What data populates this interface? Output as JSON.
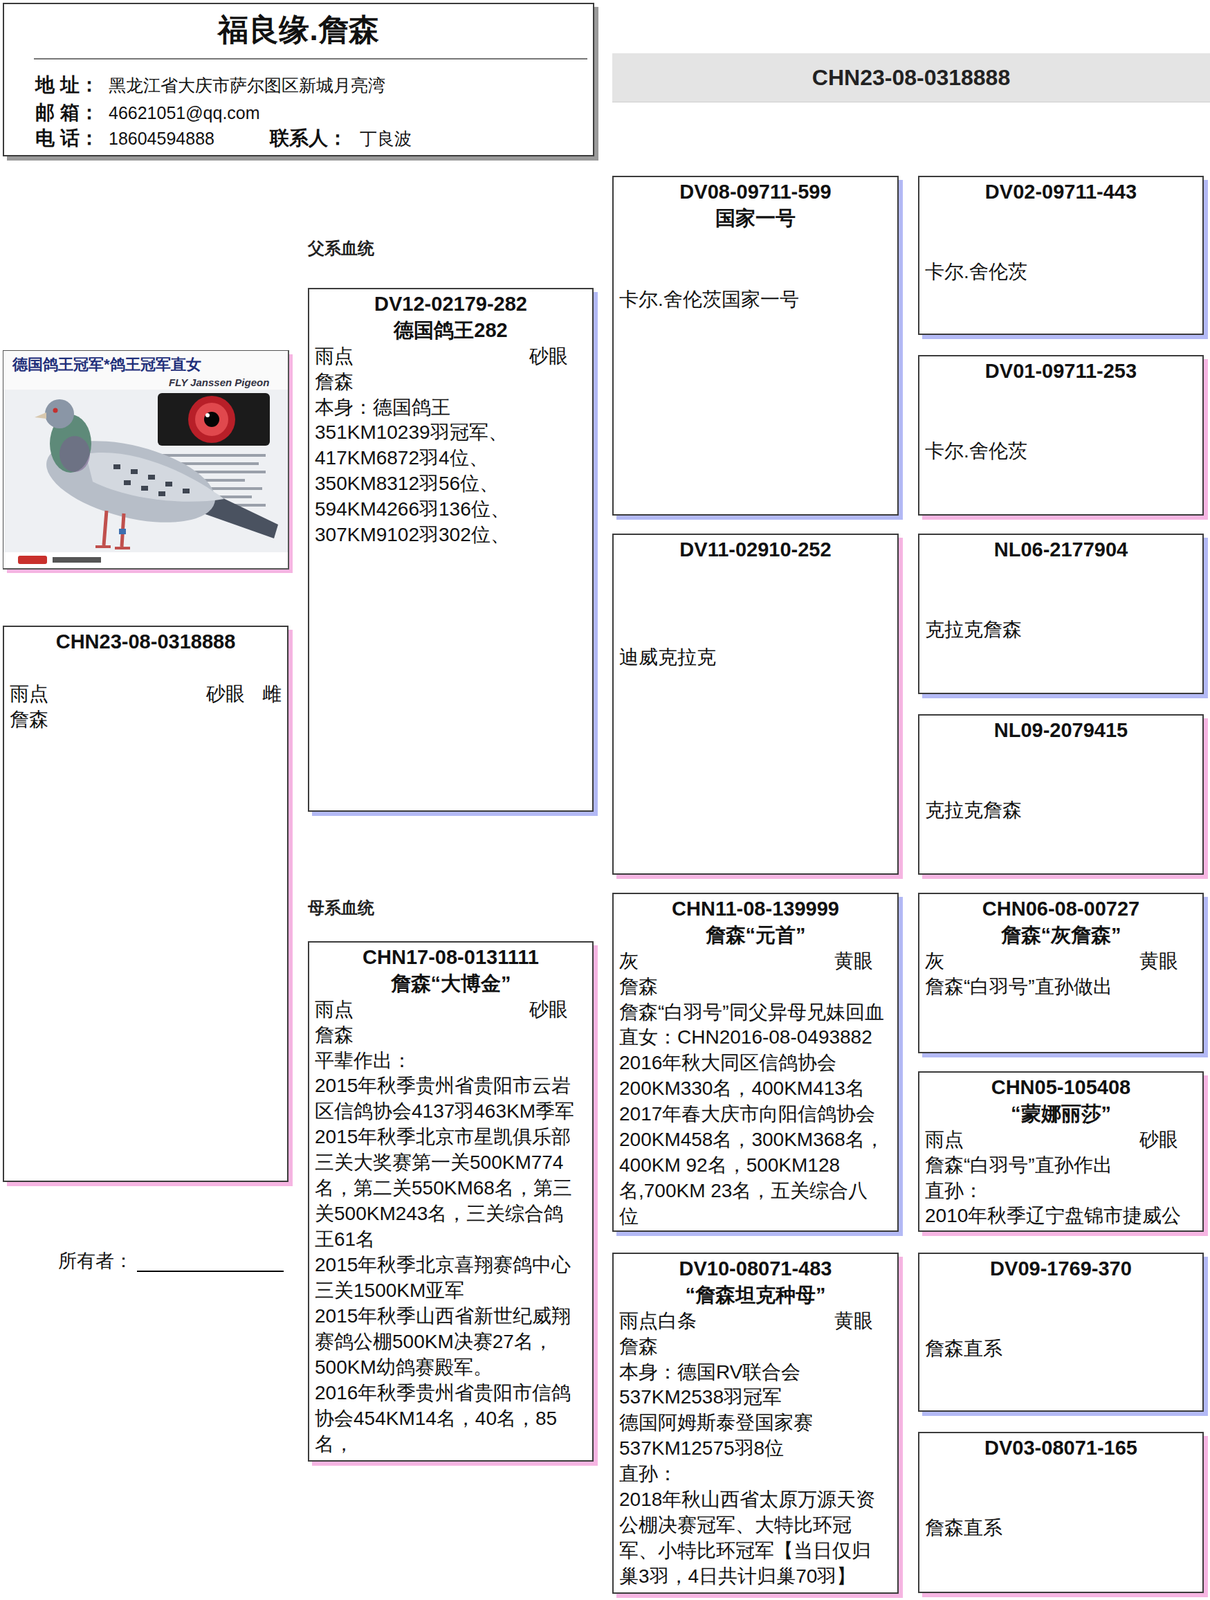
{
  "diagram": {
    "nodes": [
      {
        "text": [
          "福良缘.詹森",
          "地 址：",
          "黑龙江省大庆市萨尔图区新城月亮湾",
          "邮 箱：",
          "46621051@qq.com",
          "电 话：",
          "18604594888",
          "联系人：",
          "丁良波"
        ]
      },
      {
        "text": [
          "CHN23-08-0318888"
        ]
      },
      {
        "text": [
          "CHN23-08-0318888",
          "雨点",
          "砂眼",
          "雌",
          "詹森"
        ]
      },
      {
        "text": [
          "DV12-02179-282",
          "德国鸽王282",
          "雨点",
          "砂眼",
          "詹森",
          "本身：德国鸽王",
          "351KM10239羽冠军、",
          "417KM6872羽4位、",
          "350KM8312羽56位、",
          "594KM4266羽136位、",
          "307KM9102羽302位、"
        ]
      },
      {
        "text": [
          "CHN17-08-0131111",
          "詹森“大博金”",
          "雨点",
          "砂眼",
          "詹森",
          "平辈作出：",
          "2015年秋季贵州省贵阳市云岩 区信鸽协会4137羽463KM季军",
          "2015年秋季北京市星凯俱乐部 三关大奖赛第一关500KM774 名，第二关550KM68名，第三 关500KM243名，三关综合鸽 王61名",
          "2015年秋季北京喜翔赛鸽中心 三关1500KM亚军",
          "2015年秋季山西省新世纪威翔 赛鸽公棚500KM决赛27名，",
          "500KM幼鸽赛殿军。",
          "2016年秋季贵州省贵阳市信鸽 协会454KM14名，40名，85 名，"
        ]
      },
      {
        "text": [
          "DV08-09711-599",
          "国家一号",
          "卡尔.舍伦茨国家一号"
        ]
      },
      {
        "text": [
          "DV11-02910-252",
          "迪威克拉克"
        ]
      },
      {
        "text": [
          "CHN11-08-139999",
          "詹森“元首”",
          "灰",
          "黄眼",
          "詹森",
          "詹森“白羽号”同父异母兄妹回血",
          "直女：CHN2016-08-0493882",
          "2016年秋大同区信鸽协会",
          "200KM330名，400KM413名",
          "2017年春大庆市向阳信鸽协会",
          "200KM458名，300KM368名， 400KM 92名，500KM128 名,700KM 23名，五关综合八 位"
        ]
      },
      {
        "text": [
          "DV10-08071-483",
          "“詹森坦克种母”",
          "雨点白条",
          "黄眼",
          "詹森",
          "本身：德国RV联合会",
          "537KM2538羽冠军",
          "德国阿姆斯泰登国家赛",
          "537KM12575羽8位",
          "直孙：",
          "2018年秋山西省太原万源天资 公棚决赛冠军、大特比环冠 军、小特比环冠军【当日仅归 巢3羽，4日共计归巢70羽】"
        ]
      },
      {
        "text": [
          "DV02-09711-443",
          "卡尔.舍伦茨"
        ]
      },
      {
        "text": [
          "DV01-09711-253",
          "卡尔.舍伦茨"
        ]
      },
      {
        "text": [
          "NL06-2177904",
          "克拉克詹森"
        ]
      },
      {
        "text": [
          "NL09-2079415",
          "克拉克詹森"
        ]
      },
      {
        "text": [
          "CHN06-08-00727",
          "詹森“灰詹森”",
          "灰",
          "黄眼",
          "詹森“白羽号”直孙做出"
        ]
      },
      {
        "text": [
          "CHN05-105408",
          "“蒙娜丽莎”",
          "雨点",
          "砂眼",
          "詹森“白羽号”直孙作出",
          "直孙：",
          "2010年秋季辽宁盘锦市捷威公"
        ]
      },
      {
        "text": [
          "DV09-1769-370",
          "詹森直系"
        ]
      },
      {
        "text": [
          "DV03-08071-165",
          "詹森直系"
        ]
      }
    ],
    "labels": [
      "父系血统",
      "母系血统",
      "所有者：",
      "德国鸽王冠军*鸽王冠军直女",
      "FLY Janssen Pigeon"
    ]
  }
}
